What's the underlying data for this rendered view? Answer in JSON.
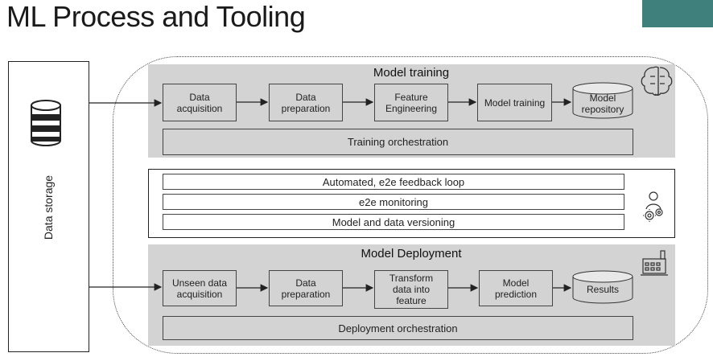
{
  "title": "ML Process and Tooling",
  "colors": {
    "accent": "#3f7f7c",
    "panel": "#d3d3d3"
  },
  "storage": {
    "label": "Data storage",
    "icon": "database-icon"
  },
  "training": {
    "title": "Model training",
    "steps": [
      "Data\nacquisition",
      "Data\npreparation",
      "Feature\nEngineering",
      "Model training"
    ],
    "repository": "Model\nrepository",
    "orchestration": "Training orchestration",
    "icon": "brain-icon"
  },
  "ops": {
    "items": [
      "Automated, e2e feedback loop",
      "e2e monitoring",
      "Model and data versioning"
    ],
    "icon": "engineer-gears-icon"
  },
  "deployment": {
    "title": "Model Deployment",
    "steps": [
      "Unseen data\nacquisition",
      "Data\npreparation",
      "Transform\ndata into\nfeature",
      "Model\nprediction"
    ],
    "results": "Results",
    "orchestration": "Deployment  orchestration",
    "icon": "factory-icon"
  }
}
